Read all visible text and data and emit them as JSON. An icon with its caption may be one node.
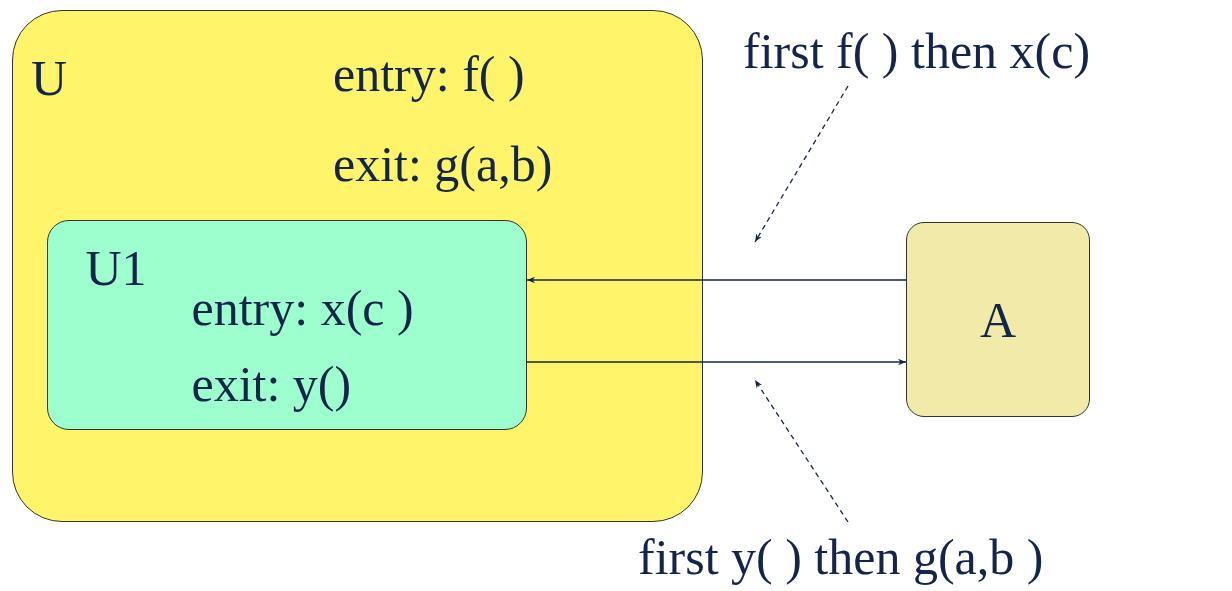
{
  "diagram": {
    "nodes": [
      {
        "text": [
          "U",
          "entry: f( )",
          "exit: g(a,b)"
        ]
      },
      {
        "text": [
          "U1",
          "entry: x(c )",
          "exit: y()"
        ],
        "in": 0
      },
      {
        "text": [
          "A"
        ]
      },
      {
        "text": [
          "first f( ) then x(c)"
        ]
      },
      {
        "text": [
          "first y( ) then g(a,b )"
        ]
      }
    ],
    "edges": [
      {
        "from": 2,
        "to": 1,
        "arrow": "to"
      },
      {
        "from": 1,
        "to": 2,
        "arrow": "to"
      },
      {
        "from": 3,
        "to": null,
        "arrow": "to",
        "style": "dashed"
      },
      {
        "from": 4,
        "to": null,
        "arrow": "to",
        "style": "dashed"
      }
    ]
  }
}
